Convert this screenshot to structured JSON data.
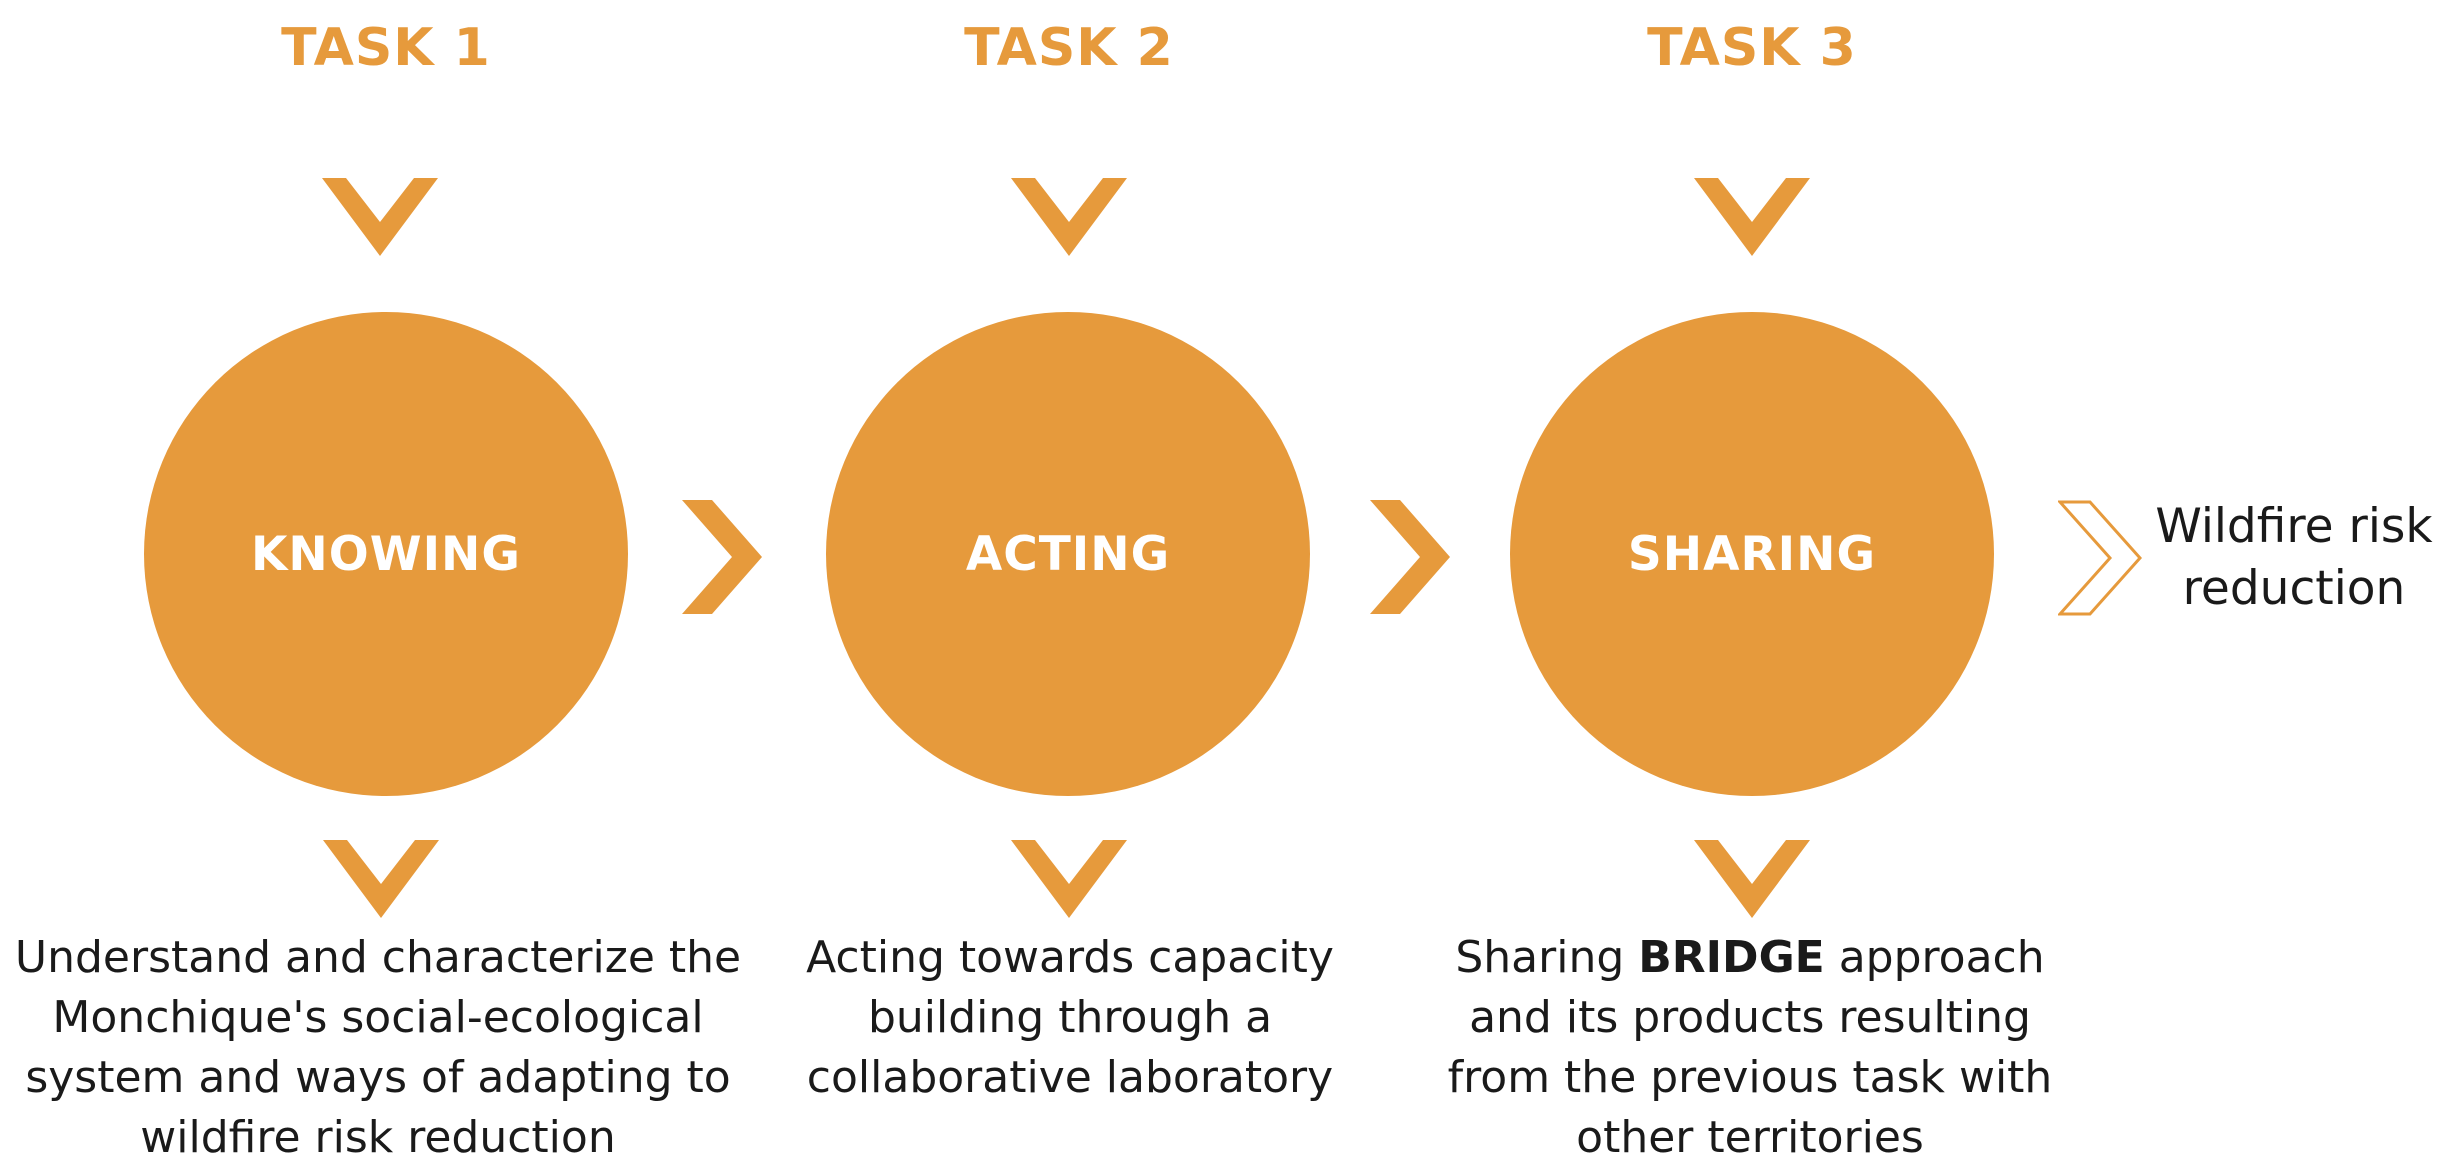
{
  "colors": {
    "accent": "#E69A3C",
    "circle_text": "#FFFFFF",
    "body_text": "#1A1A1A"
  },
  "icons": {
    "down": "chevron-down-icon",
    "right": "chevron-right-icon",
    "outline_right": "chevron-right-outline-icon"
  },
  "tasks": [
    {
      "title": "TASK 1",
      "label": "KNOWING",
      "description": "Understand and characterize the\nMonchique's social-ecological\nsystem and ways of adapting to\nwildfire risk reduction"
    },
    {
      "title": "TASK 2",
      "label": "ACTING",
      "description": "Acting towards capacity\nbuilding through a\ncollaborative laboratory"
    },
    {
      "title": "TASK 3",
      "label": "SHARING",
      "description_prefix": "Sharing ",
      "description_bold": "BRIDGE",
      "description_suffix": " approach\nand its products resulting\nfrom the previous task with\nother territories"
    }
  ],
  "outcome": "Wildfire risk\nreduction"
}
